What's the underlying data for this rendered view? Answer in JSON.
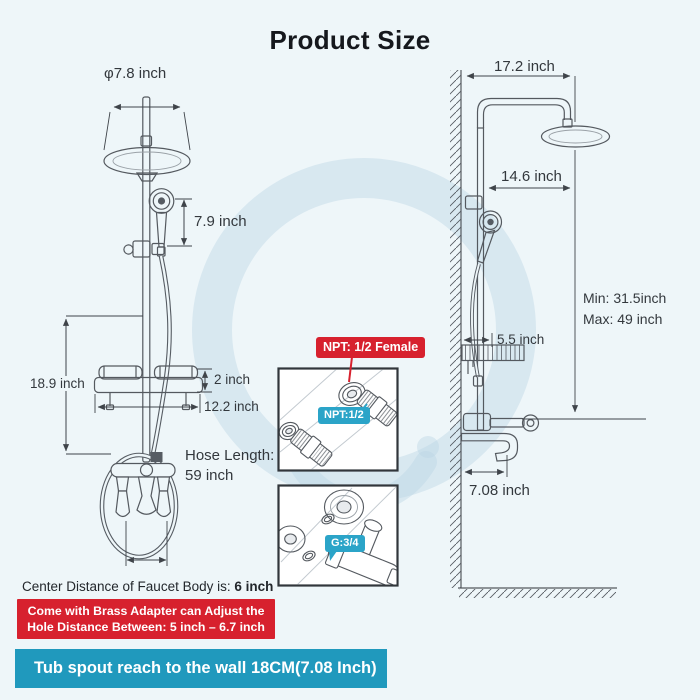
{
  "title": "Product Size",
  "colors": {
    "alert_red": "#d7212e",
    "banner_teal": "#2099bd",
    "badge_blue": "#2ba4c8",
    "background": "#eef6f9"
  },
  "left_figure": {
    "head_diameter": "φ7.8 inch",
    "handheld_length": "7.9 inch",
    "bar_height": "18.9 inch",
    "shelf_thickness": "2 inch",
    "shelf_width": "12.2 inch",
    "hose_label": "Hose Length:",
    "hose_value": "59 inch"
  },
  "right_figure": {
    "arm_reach": "17.2 inch",
    "head_offset": "14.6 inch",
    "height_min": "Min: 31.5inch",
    "height_max": "Max: 49 inch",
    "shelf_depth": "5.5 inch",
    "spout_reach": "7.08 inch"
  },
  "callouts": {
    "npt_female": "NPT: 1/2 Female",
    "npt_half": "NPT:1/2",
    "g_three_quarter": "G:3/4"
  },
  "notes": {
    "center_distance_label": "Center Distance of Faucet Body is: ",
    "center_distance_value": "6 inch",
    "adapter_line1": "Come with Brass Adapter can Adjust the",
    "adapter_line2_label": "Hole Distance Between: ",
    "adapter_line2_value": "5 inch – 6.7 inch",
    "banner": "Tub spout reach to the wall 18CM(7.08 Inch)"
  }
}
